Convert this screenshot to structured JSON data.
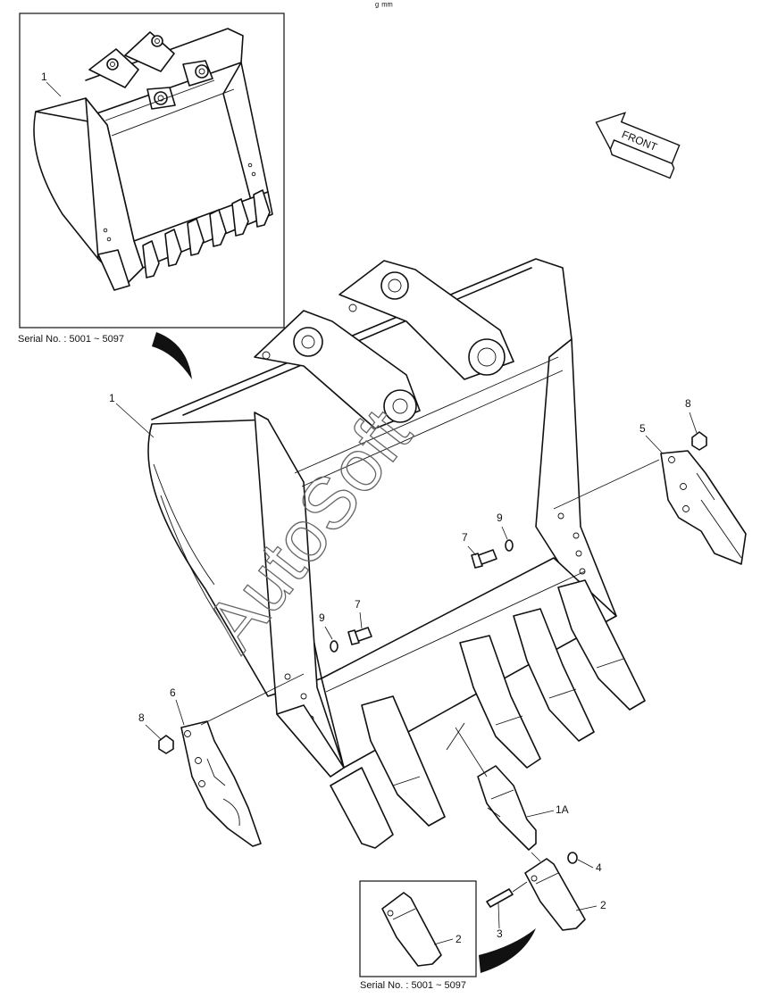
{
  "header_mark": "ᵍ ᵐᵐ",
  "watermark": "AutoSoft",
  "front_arrow": {
    "label": "FRONT"
  },
  "inset_top": {
    "caption": "Serial No. : 5001 ~ 5097",
    "callout": "1"
  },
  "inset_bottom": {
    "caption": "Serial No. : 5001 ~ 5097",
    "callout": "2"
  },
  "callouts": {
    "bucket": "1",
    "tooth_adapter": "1A",
    "tooth": "2",
    "pin": "3",
    "lock_washer": "4",
    "side_cutter_right": "5",
    "side_cutter_left": "6",
    "bolt_right": "7",
    "bolt_left": "7",
    "nut_right": "8",
    "nut_left": "8",
    "washer_right": "9",
    "washer_left": "9"
  }
}
